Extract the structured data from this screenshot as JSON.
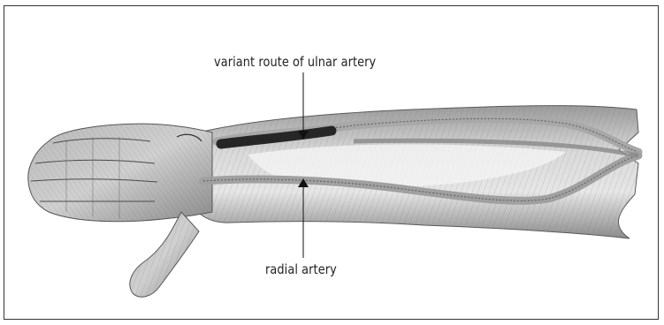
{
  "labels": {
    "ulnar_variant": "variant route of ulnar artery",
    "radial": "radial artery"
  },
  "colors": {
    "frame": "#333333",
    "sketch": "#5a5a5a",
    "artery_dark": "#262626",
    "label_text": "#222222"
  },
  "icons": {
    "pointer": "arrowhead-leader-line"
  }
}
